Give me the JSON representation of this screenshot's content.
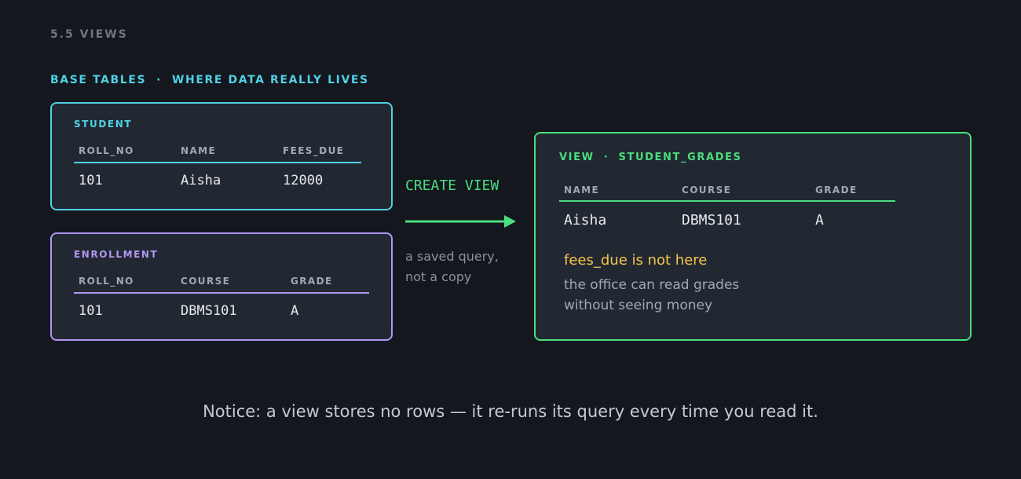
{
  "kicker": "5.5  VIEWS",
  "section_title": "BASE TABLES  ·  WHERE DATA REALLY LIVES",
  "student": {
    "label": "STUDENT",
    "headers": [
      "ROLL_NO",
      "NAME",
      "FEES_DUE"
    ],
    "row": [
      "101",
      "Aisha",
      "12000"
    ]
  },
  "enrollment": {
    "label": "ENROLLMENT",
    "headers": [
      "ROLL_NO",
      "COURSE",
      "GRADE"
    ],
    "row": [
      "101",
      "DBMS101",
      "A"
    ]
  },
  "arrow": {
    "label": "CREATE VIEW",
    "note_line1": "a saved query,",
    "note_line2": "not a copy"
  },
  "view": {
    "label": "VIEW  ·  STUDENT_GRADES",
    "headers": [
      "NAME",
      "COURSE",
      "GRADE"
    ],
    "row": [
      "Aisha",
      "DBMS101",
      "A"
    ],
    "warning": "fees_due is not here",
    "explain_line1": "the office can read grades",
    "explain_line2": "without seeing money"
  },
  "footer": "Notice: a view stores no rows — it re-runs its query every time you read it.",
  "colors": {
    "background": "#14171d",
    "student": "#4fd1e6",
    "enrollment": "#b196f3",
    "view": "#4ade80",
    "warning": "#f5c451"
  }
}
